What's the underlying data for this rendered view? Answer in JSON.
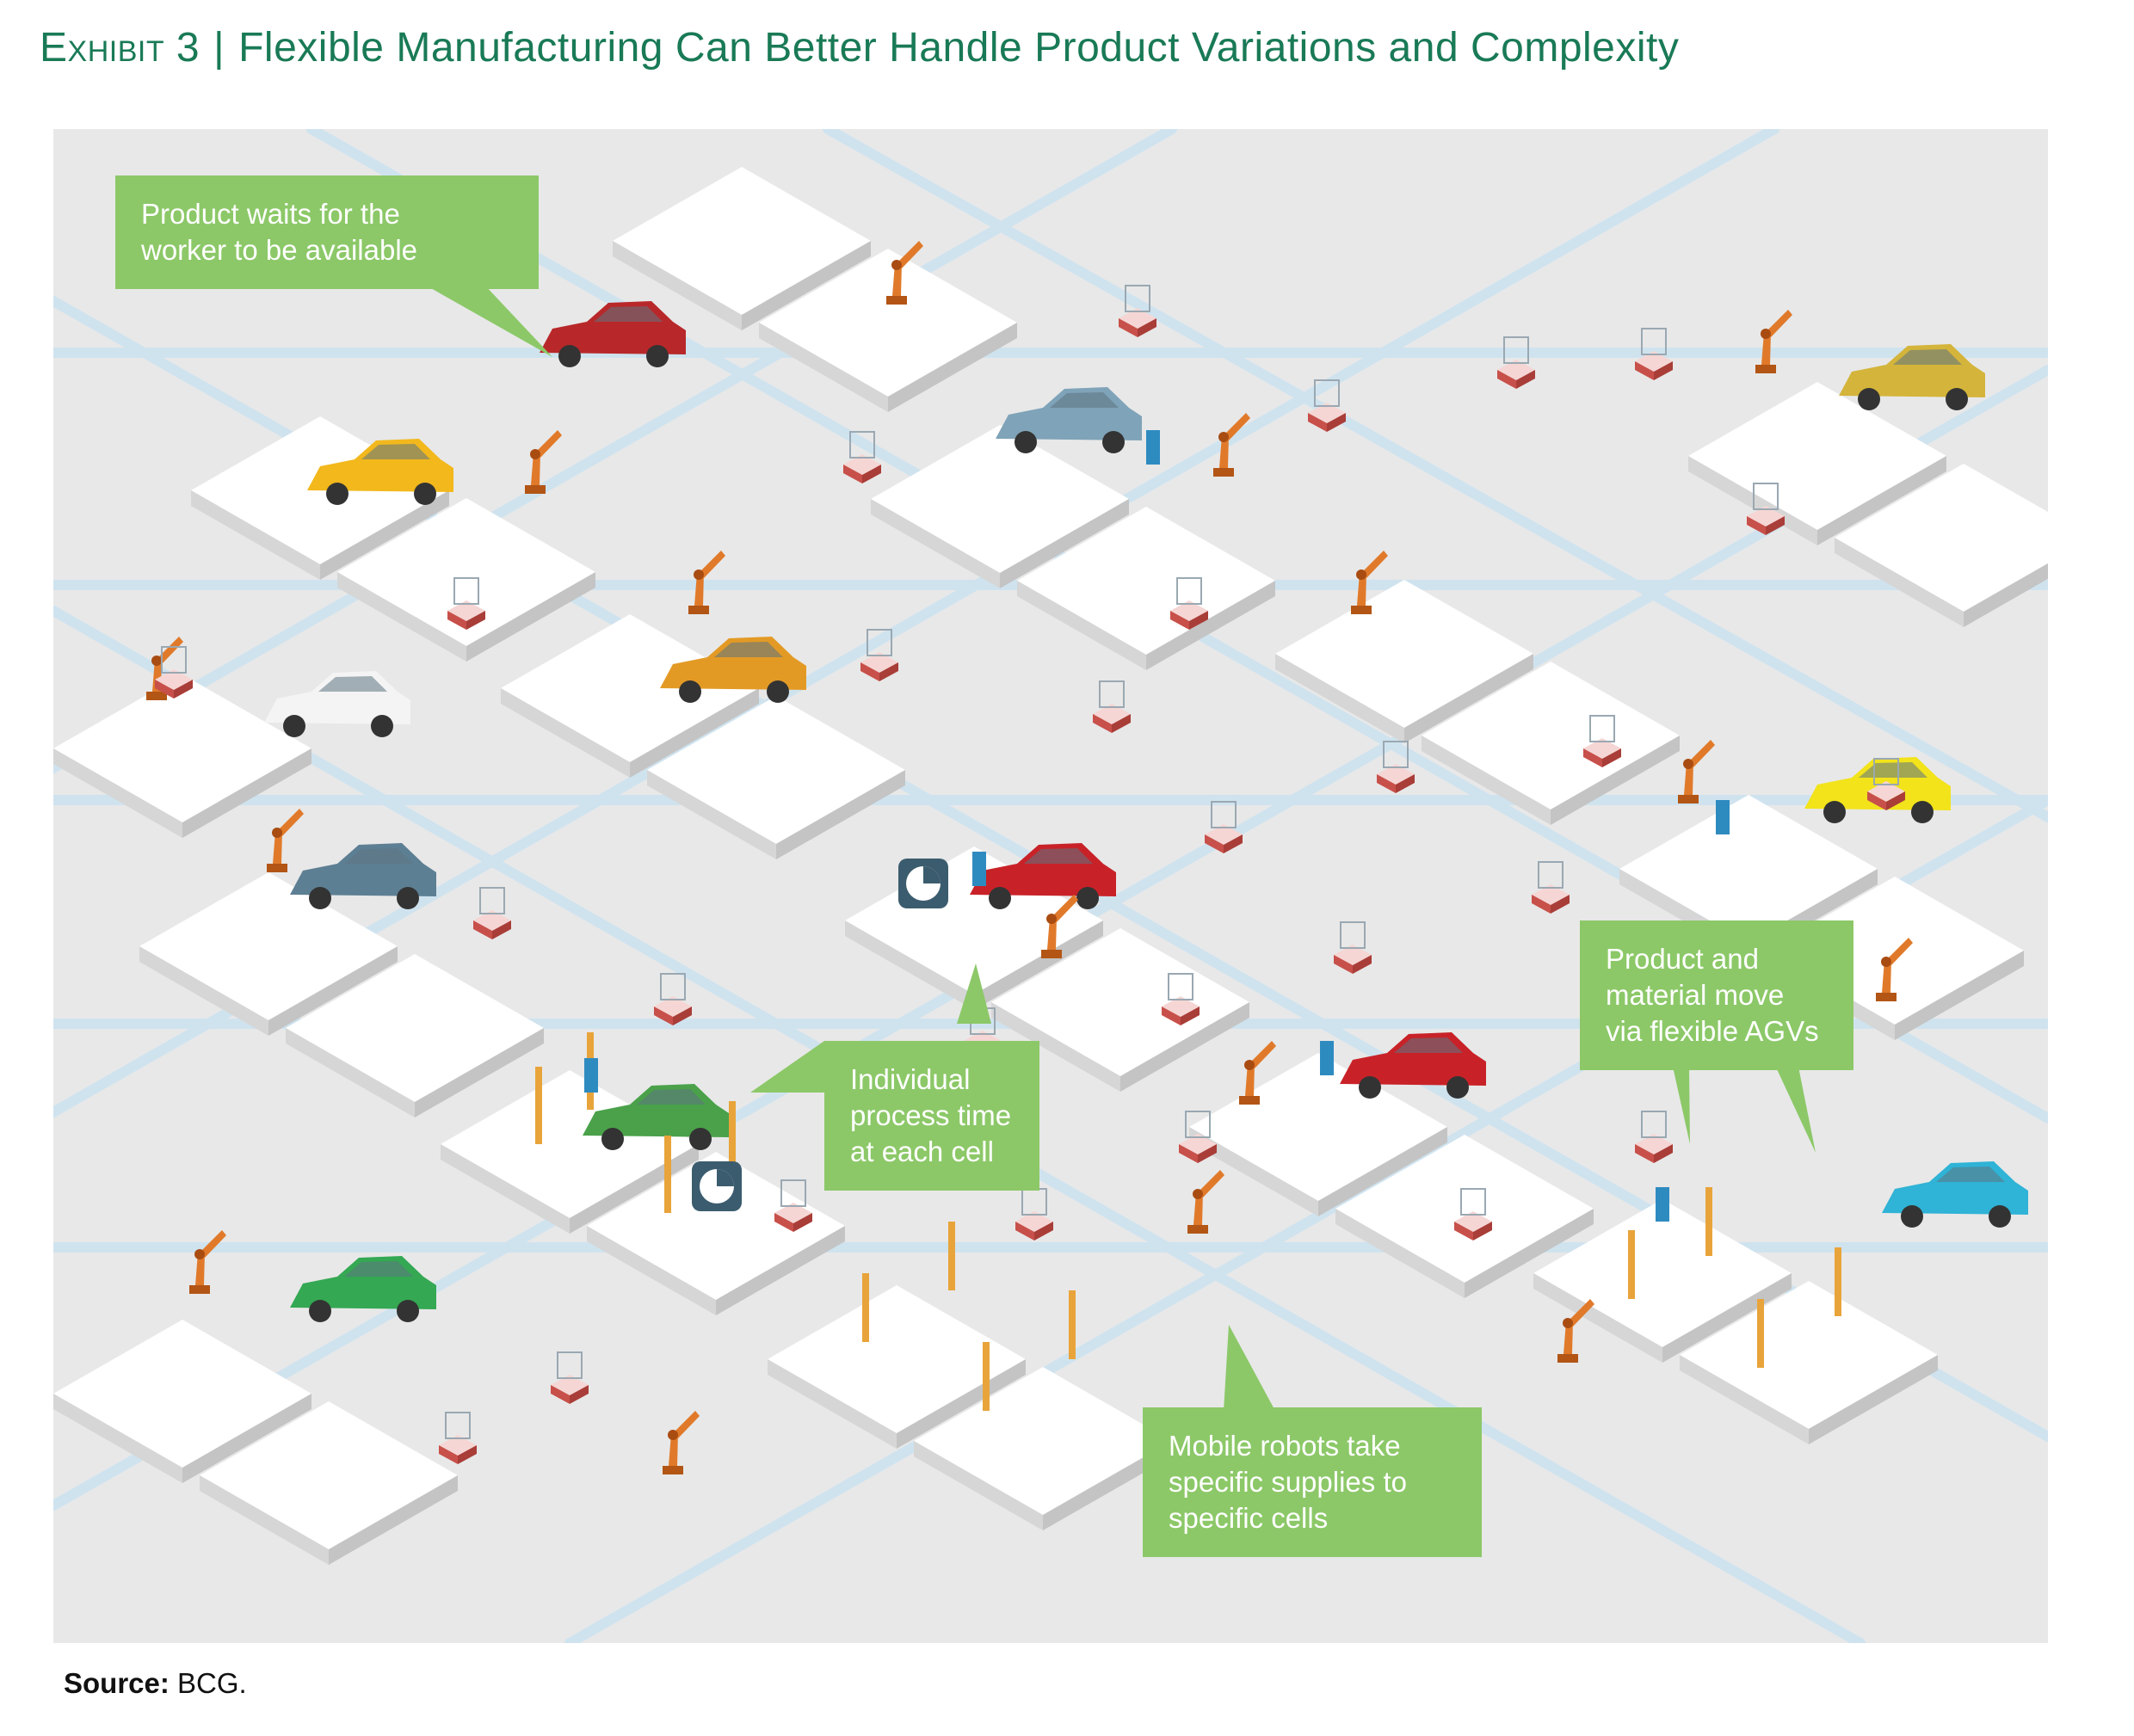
{
  "header": {
    "label": "Exhibit 3",
    "separator": "|",
    "title": "Flexible Manufacturing Can Better Handle Product Variations and Complexity"
  },
  "callouts": [
    {
      "id": "product-waits",
      "lines": [
        "Product waits for the",
        "worker to be available"
      ]
    },
    {
      "id": "process-time",
      "lines": [
        "Individual",
        "process time",
        "at each cell"
      ]
    },
    {
      "id": "agvs",
      "lines": [
        "Product and",
        "material move",
        "via flexible AGVs"
      ]
    },
    {
      "id": "mobile-robots",
      "lines": [
        "Mobile robots take",
        "specific supplies to",
        "specific cells"
      ]
    }
  ],
  "source": {
    "label": "Source:",
    "text": "BCG."
  },
  "colors": {
    "title": "#197a56",
    "callout_bg": "#8cc868",
    "floor": "#e8e8e8",
    "path": "#cfe3ef",
    "platform_top": "#ffffff",
    "platform_side": "#d9d9d9",
    "agv": "#c8504a",
    "robot_arm": "#e07a2a",
    "clock_bg": "#3b5c6e"
  },
  "cars": [
    {
      "id": "car-red-top",
      "color": "#b8282a"
    },
    {
      "id": "car-yellow-top",
      "color": "#f2b81c"
    },
    {
      "id": "car-white",
      "color": "#f4f4f4"
    },
    {
      "id": "car-orange",
      "color": "#e39a25"
    },
    {
      "id": "car-steel",
      "color": "#5d7f94"
    },
    {
      "id": "car-grayblue",
      "color": "#7fa3b8"
    },
    {
      "id": "car-red-center",
      "color": "#c82228"
    },
    {
      "id": "car-green-1",
      "color": "#4aa14a"
    },
    {
      "id": "car-green-2",
      "color": "#34a853"
    },
    {
      "id": "car-red-right",
      "color": "#c82228"
    },
    {
      "id": "car-gold",
      "color": "#d4b43a"
    },
    {
      "id": "car-yellow-right",
      "color": "#f2e31b"
    },
    {
      "id": "car-blue",
      "color": "#2fb3d6"
    }
  ]
}
